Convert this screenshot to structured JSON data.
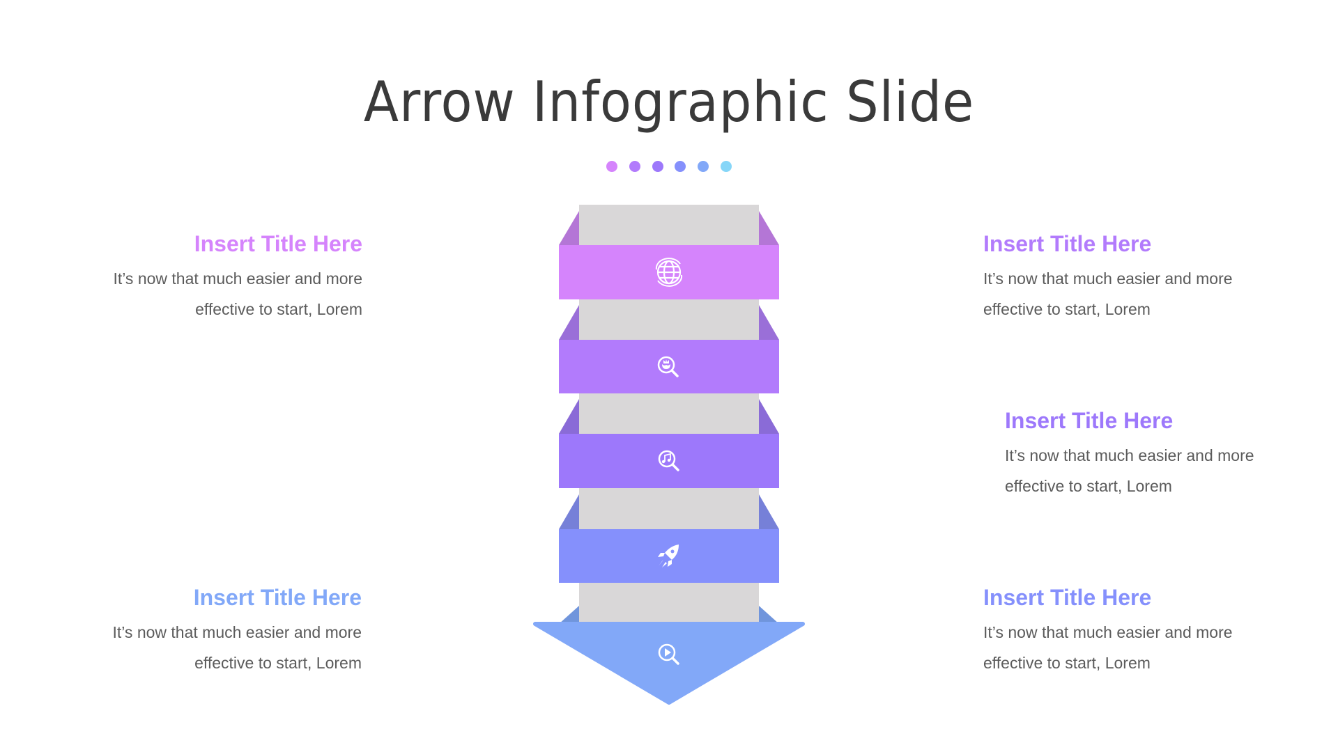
{
  "slide": {
    "title": "Arrow Infographic Slide",
    "dots": [
      "#d584fc",
      "#b27bfc",
      "#9d78fb",
      "#8590fc",
      "#82a8f8",
      "#86d6f8"
    ]
  },
  "arrow": {
    "column_color": "#d9d7d8",
    "steps": [
      {
        "icon": "globe-arrows-icon",
        "color": "#d584fc",
        "side_color": "#b476d6"
      },
      {
        "icon": "search-flower-icon",
        "color": "#b27bfc",
        "side_color": "#9a6fd8"
      },
      {
        "icon": "search-music-icon",
        "color": "#9d78fb",
        "side_color": "#8a6bd7"
      },
      {
        "icon": "rocket-icon",
        "color": "#8590fc",
        "side_color": "#7680d8"
      },
      {
        "icon": "search-play-icon",
        "color": "#82a8f8",
        "side_color": "#7095dc"
      }
    ]
  },
  "blocks": [
    {
      "position": "left-top",
      "title": "Insert Title Here",
      "title_color": "#d584fc",
      "body_line1": "It’s now that much easier and more",
      "body_line2": "effective to start, Lorem"
    },
    {
      "position": "right-top",
      "title": "Insert Title Here",
      "title_color": "#b27bfc",
      "body_line1": "It’s now that much easier and more",
      "body_line2": "effective to start, Lorem"
    },
    {
      "position": "right-middle",
      "title": "Insert Title Here",
      "title_color": "#9d78fb",
      "body_line1": "It’s now that much easier and more",
      "body_line2": "effective to start, Lorem"
    },
    {
      "position": "left-bottom",
      "title": "Insert Title Here",
      "title_color": "#82a8f8",
      "body_line1": "It’s now that much easier and more",
      "body_line2": "effective to start, Lorem"
    },
    {
      "position": "right-bottom",
      "title": "Insert Title Here",
      "title_color": "#8590fc",
      "body_line1": "It’s now that much easier and more",
      "body_line2": "effective to start, Lorem"
    }
  ]
}
